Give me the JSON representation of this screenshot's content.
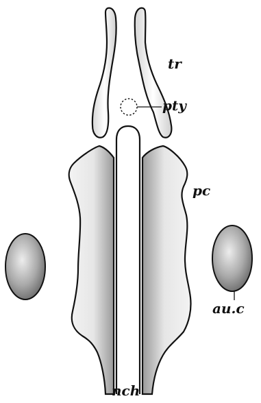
{
  "labels": {
    "tr": "tr",
    "pty": "pty",
    "pc": "pc",
    "auc": "au.c",
    "nch": "nch"
  },
  "colors": {
    "ink": "#111111",
    "shade": "#6f6f6f",
    "paper": "#ffffff"
  }
}
